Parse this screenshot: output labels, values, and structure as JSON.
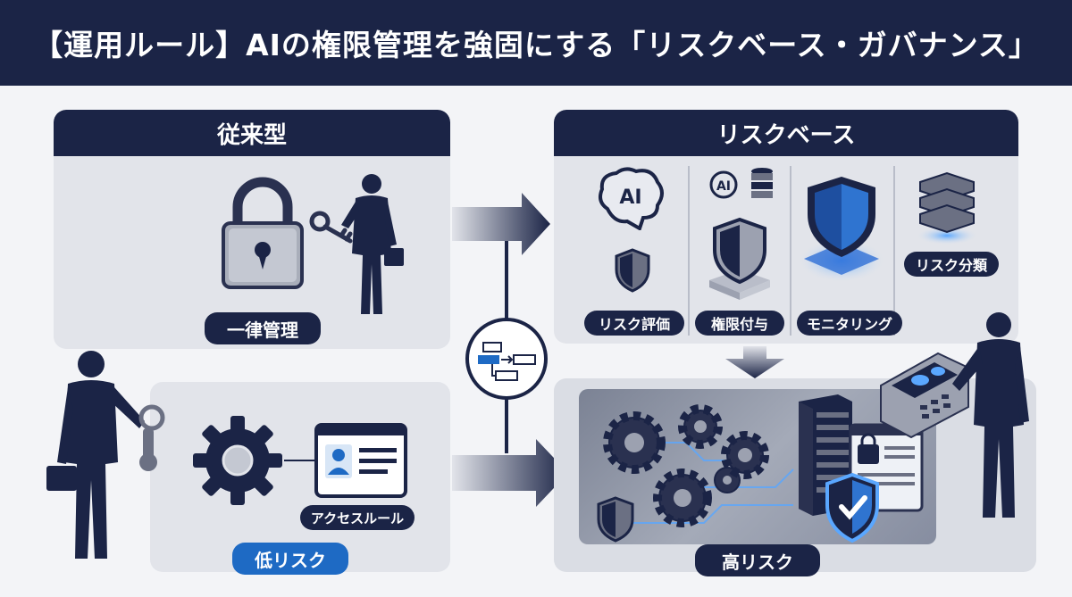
{
  "title": "【運用ルール】AIの権限管理を強固にする「リスクベース・ガバナンス」",
  "traditional": {
    "heading": "従来型",
    "badge": "一律管理"
  },
  "lowrisk": {
    "card_label": "アクセスルール",
    "badge": "低リスク"
  },
  "riskbased": {
    "heading": "リスクベース",
    "items": [
      {
        "label": "リスク評価",
        "icon": "brain-ai-icon"
      },
      {
        "label": "権限付与",
        "icon": "shield-platform-icon"
      },
      {
        "label": "モニタリング",
        "icon": "glowing-shield-icon"
      },
      {
        "label": "リスク分類",
        "icon": "server-stack-icon"
      }
    ],
    "ai_text": "AI"
  },
  "highrisk": {
    "badge": "高リスク"
  },
  "colors": {
    "navy": "#1b2446",
    "blue_accent": "#1e6ac4",
    "panel_bg": "#e2e4ea"
  }
}
